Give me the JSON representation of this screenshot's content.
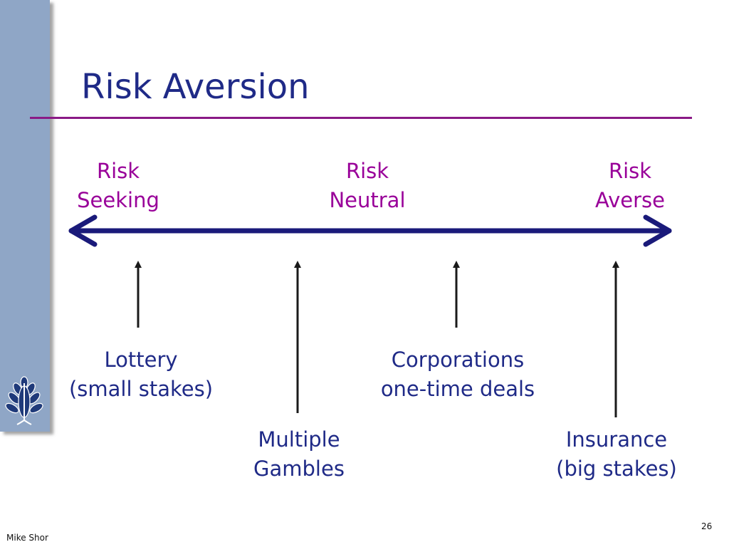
{
  "title": "Risk Aversion",
  "poles": {
    "seeking": {
      "line1": "Risk",
      "line2": "Seeking"
    },
    "neutral": {
      "line1": "Risk",
      "line2": "Neutral"
    },
    "averse": {
      "line1": "Risk",
      "line2": "Averse"
    }
  },
  "items": {
    "lottery": {
      "line1": "Lottery",
      "line2": "(small stakes)"
    },
    "multiple": {
      "line1": "Multiple",
      "line2": "Gambles"
    },
    "corporations": {
      "line1": "Corporations",
      "line2": "one-time deals"
    },
    "insurance": {
      "line1": "Insurance",
      "line2": "(big stakes)"
    }
  },
  "footer": {
    "author": "Mike Shor",
    "page": "26"
  },
  "colors": {
    "title": "#1f2a87",
    "pole_label": "#990099",
    "item_label": "#1f2a87",
    "axis": "#1a1a7a",
    "rule": "#8a1a86",
    "sidebar": "#8fa6c6"
  }
}
